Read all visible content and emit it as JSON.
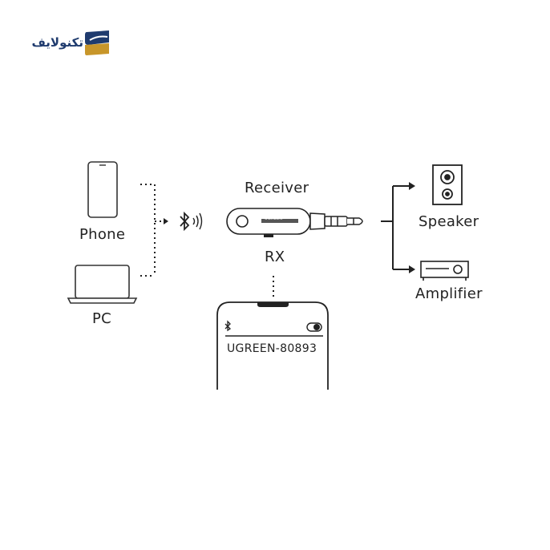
{
  "brand": {
    "name": "تکنولایف",
    "colors": {
      "navy": "#1f3b6e",
      "gold": "#c8962a"
    }
  },
  "labels": {
    "phone": "Phone",
    "pc": "PC",
    "receiver": "Receiver",
    "rx": "RX",
    "speaker": "Speaker",
    "amplifier": "Amplifier",
    "device_name": "UGREEN-80893",
    "receiver_brand": "UGREEN"
  },
  "icons": [
    "phone-icon",
    "laptop-icon",
    "bluetooth-icon",
    "signal-waves-icon",
    "receiver-device-icon",
    "audio-jack-icon",
    "speaker-icon",
    "amplifier-icon",
    "smartphone-screen-icon",
    "toggle-icon"
  ]
}
